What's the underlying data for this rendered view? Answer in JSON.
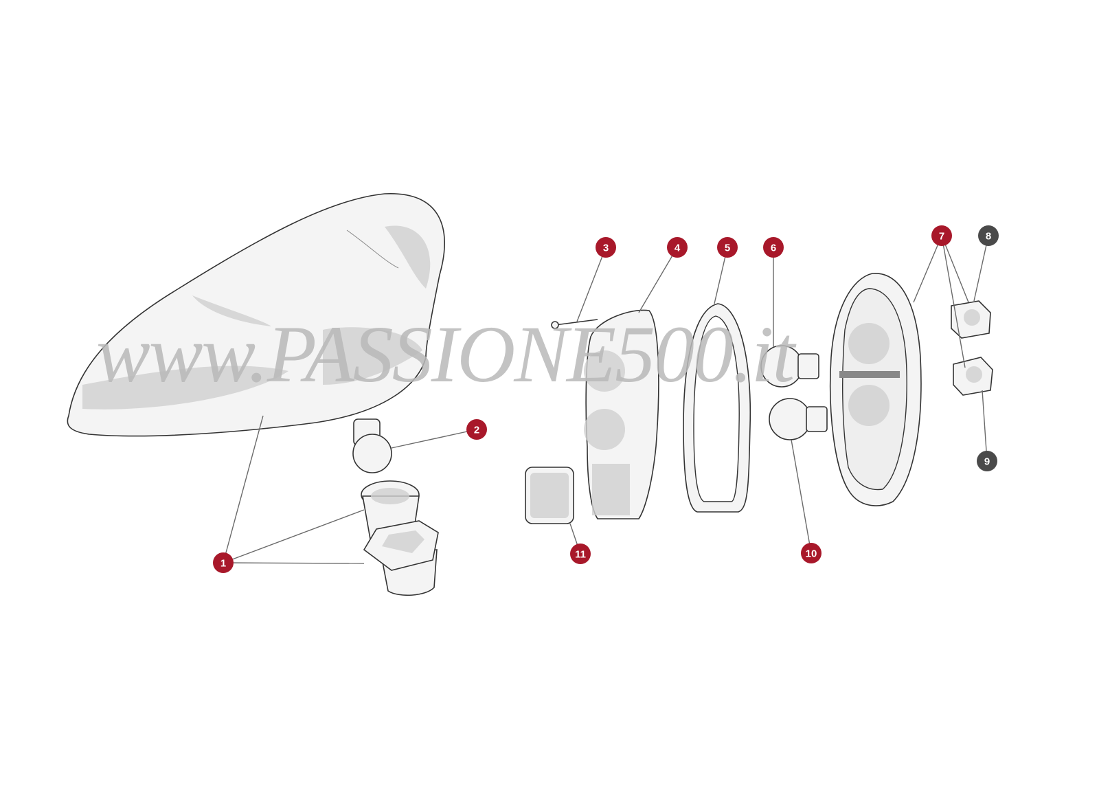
{
  "watermark": "www.PASSIONE500.it",
  "colors": {
    "callout_red": "#a8182a",
    "callout_dark": "#4a4a4a",
    "line_art": "#333333"
  },
  "callouts": [
    {
      "label": "1",
      "color": "red"
    },
    {
      "label": "2",
      "color": "red"
    },
    {
      "label": "3",
      "color": "red"
    },
    {
      "label": "4",
      "color": "red"
    },
    {
      "label": "5",
      "color": "red"
    },
    {
      "label": "6",
      "color": "red"
    },
    {
      "label": "7",
      "color": "red"
    },
    {
      "label": "8",
      "color": "dark"
    },
    {
      "label": "9",
      "color": "dark"
    },
    {
      "label": "10",
      "color": "red"
    },
    {
      "label": "11",
      "color": "red"
    }
  ]
}
